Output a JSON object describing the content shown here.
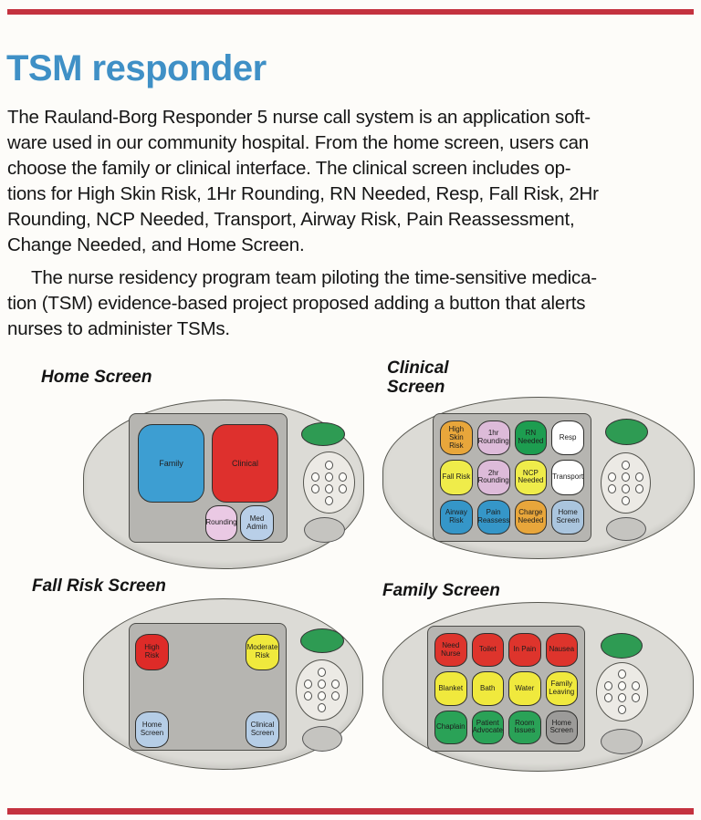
{
  "page": {
    "title": "TSM responder",
    "paragraph1": "The Rauland-Borg Responder 5 nurse call system is an application soft-\nware used in our community hospital. From the home screen, users can\nchoose the family or clinical interface. The clinical screen includes op-\ntions for High Skin Risk, 1Hr Rounding, RN Needed, Resp, Fall Risk, 2Hr\nRounding, NCP Needed, Transport, Airway Risk, Pain Reassessment,\nChange Needed, and Home Screen.",
    "paragraph2": "The nurse residency program team piloting the time-sensitive medica-\ntion (TSM) evidence-based project proposed adding a button that alerts\nnurses to administer TSMs.",
    "colors": {
      "accent": "#3f90c6",
      "rule": "#c4323f"
    }
  },
  "hardware": {
    "call_button_color": "#2e9b53",
    "cancel_button_color": "#c5c4c0"
  },
  "devices": {
    "home": {
      "label": "Home Screen",
      "buttons": {
        "family": {
          "label": "Family",
          "color": "#3d9ed2"
        },
        "clinical": {
          "label": "Clinical",
          "color": "#de302d"
        },
        "rounding": {
          "label": "Rounding",
          "color": "#eac9e4"
        },
        "med_admin": {
          "label": "Med Admin",
          "color": "#b9cfe8"
        }
      }
    },
    "clinical": {
      "label": "Clinical Screen",
      "buttons": [
        {
          "label": "High Skin Risk",
          "color": "#e8a63b"
        },
        {
          "label": "1hr Rounding",
          "color": "#ddbbd9"
        },
        {
          "label": "RN Needed",
          "color": "#1d9d50"
        },
        {
          "label": "Resp",
          "color": "#ffffff"
        },
        {
          "label": "Fall Risk",
          "color": "#efec4a"
        },
        {
          "label": "2hr Rounding",
          "color": "#ddbbd9"
        },
        {
          "label": "NCP Needed",
          "color": "#efec4a"
        },
        {
          "label": "Transport",
          "color": "#ffffff"
        },
        {
          "label": "Airway Risk",
          "color": "#3596c8"
        },
        {
          "label": "Pain Reassess",
          "color": "#3596c8"
        },
        {
          "label": "Charge Needed",
          "color": "#e8a63b"
        },
        {
          "label": "Home Screen",
          "color": "#aac5de"
        }
      ]
    },
    "fall_risk": {
      "label": "Fall Risk Screen",
      "buttons": {
        "high_risk": {
          "label": "High Risk",
          "color": "#de2b28"
        },
        "moderate_risk": {
          "label": "Moderate Risk",
          "color": "#f0e93d"
        },
        "home_screen": {
          "label": "Home Screen",
          "color": "#b5cde6"
        },
        "clinical_screen": {
          "label": "Clinical Screen",
          "color": "#b5cde6"
        }
      }
    },
    "family": {
      "label": "Family Screen",
      "buttons": [
        {
          "label": "Need Nurse",
          "color": "#de342c"
        },
        {
          "label": "Toilet",
          "color": "#de342c"
        },
        {
          "label": "In Pain",
          "color": "#de342c"
        },
        {
          "label": "Nausea",
          "color": "#de342c"
        },
        {
          "label": "Blanket",
          "color": "#f0e93d"
        },
        {
          "label": "Bath",
          "color": "#f0e93d"
        },
        {
          "label": "Water",
          "color": "#f0e93d"
        },
        {
          "label": "Family Leaving",
          "color": "#f0e93d"
        },
        {
          "label": "Chaplain",
          "color": "#2aa257"
        },
        {
          "label": "Patient Advocate",
          "color": "#2aa257"
        },
        {
          "label": "Room Issues",
          "color": "#2aa257"
        },
        {
          "label": "Home Screen",
          "color": "#9c9b99"
        }
      ]
    }
  }
}
